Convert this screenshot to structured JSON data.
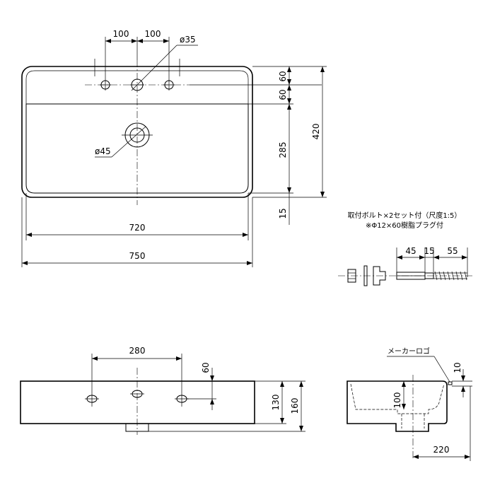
{
  "top_view": {
    "hole_spacing_left": "100",
    "hole_spacing_right": "100",
    "faucet_hole_dia": "ø35",
    "drain_hole_dia": "ø45",
    "rim_to_holes": "60",
    "holes_to_basin": "60",
    "basin_depth": "285",
    "front_rim": "15",
    "overall_depth": "420",
    "basin_width": "720",
    "overall_width": "750"
  },
  "bolt_detail": {
    "title": "取付ボルト×2セット付（尺度1:5）",
    "subtitle": "※Φ12×60樹脂プラグ付",
    "dim_a": "45",
    "dim_b": "15",
    "dim_c": "55"
  },
  "front_view": {
    "bracket_spacing": "280",
    "bracket_height": "60",
    "bowl_height": "130",
    "overall_height": "160"
  },
  "side_view": {
    "maker_logo": "メーカーロゴ",
    "logo_dim": "10",
    "drain_height": "100",
    "wall_to_drain": "220"
  }
}
